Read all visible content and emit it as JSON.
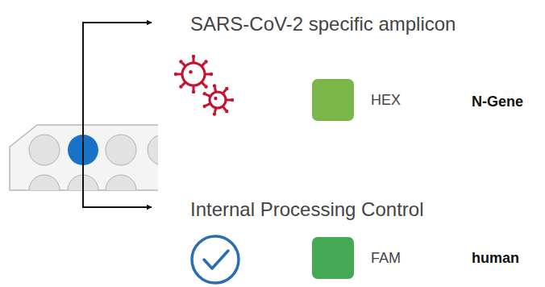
{
  "diagram": {
    "labels": [
      "SARS-CoV-2 specific amplicon",
      "N-Gene",
      "Internal Processing Control",
      "human"
    ],
    "legend": [
      {
        "text": "HEX",
        "color": "#7ab648"
      },
      {
        "text": "FAM",
        "color": "#45a854"
      }
    ]
  }
}
